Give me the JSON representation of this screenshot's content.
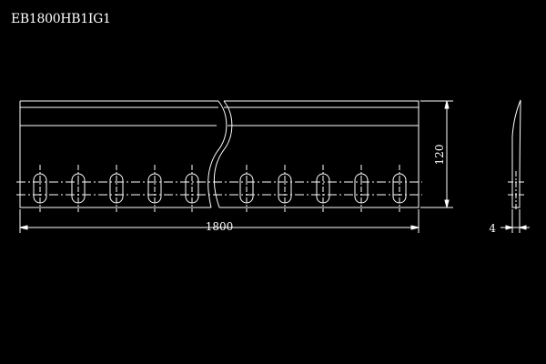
{
  "drawing": {
    "part_number": "EB1800HB1IG1",
    "colors": {
      "background": "#000000",
      "line": "#ffffff"
    }
  },
  "dimensions": {
    "length": "1800",
    "height": "120",
    "thickness": "4"
  },
  "front_view": {
    "slot_count": 10,
    "has_break_line": true
  }
}
